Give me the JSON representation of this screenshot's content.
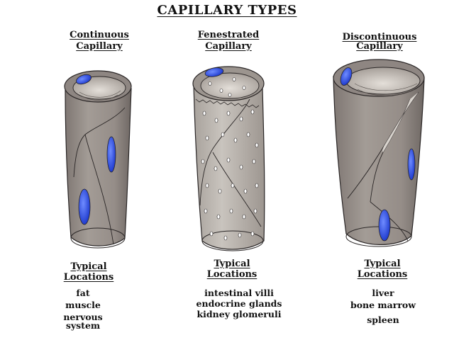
{
  "title": "CAPILLARY TYPES",
  "columns": [
    {
      "name_line1": "Continuous",
      "name_line2": "Capillary",
      "locations_line1": "Typical",
      "locations_line2": "Locations",
      "locations": [
        "fat",
        "muscle",
        "nervous",
        "system"
      ]
    },
    {
      "name_line1": "Fenestrated",
      "name_line2": "Capillary",
      "locations_line1": "Typical",
      "locations_line2": "Locations",
      "locations": [
        "intestinal villi",
        "endocrine glands",
        "kidney glomeruli"
      ]
    },
    {
      "name_line1": "Discontinuous",
      "name_line2": "Capillary",
      "locations_line1": "Typical",
      "locations_line2": "Locations",
      "locations": [
        "liver",
        "bone marrow",
        "spleen"
      ]
    }
  ],
  "colors": {
    "wall": "#8e8682",
    "wall_light": "#b9b3ad",
    "inner": "#d9d4ce",
    "nucleus": "#1f3fd6",
    "outline": "#2a2626"
  }
}
